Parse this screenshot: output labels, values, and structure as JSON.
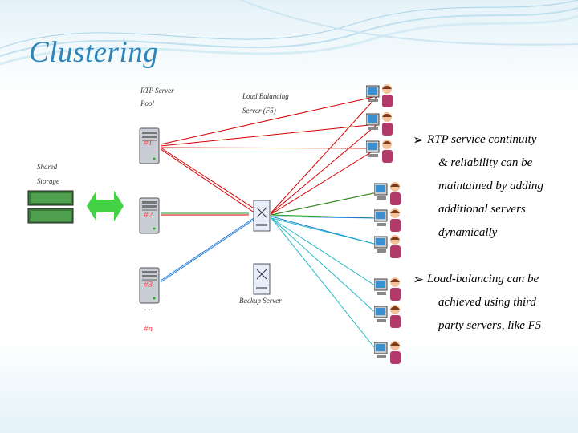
{
  "slide": {
    "title": "Clustering",
    "labels": {
      "rtp_pool_1": "RTP Server",
      "rtp_pool_2": "Pool",
      "lb_1": "Load Balancing",
      "lb_2": "Server (F5)",
      "storage_1": "Shared",
      "storage_2": "Storage",
      "backup": "Backup Server"
    },
    "servers": [
      "#1",
      "#2",
      "#3",
      "#n"
    ],
    "ellipsis": "…",
    "bullets": [
      {
        "lines": [
          "RTP service continuity",
          "& reliability can be",
          "maintained by adding",
          "additional servers",
          "dynamically"
        ]
      },
      {
        "lines": [
          "Load-balancing can be",
          "achieved using third",
          "party servers, like F5"
        ]
      }
    ],
    "colors": {
      "title": "#2e86b8",
      "red_link": "#d40000",
      "green_link": "#1a9a1a",
      "blue_link": "#1f7ad8",
      "teal_link": "#22b8c8",
      "server_num": "#ff4040"
    }
  }
}
